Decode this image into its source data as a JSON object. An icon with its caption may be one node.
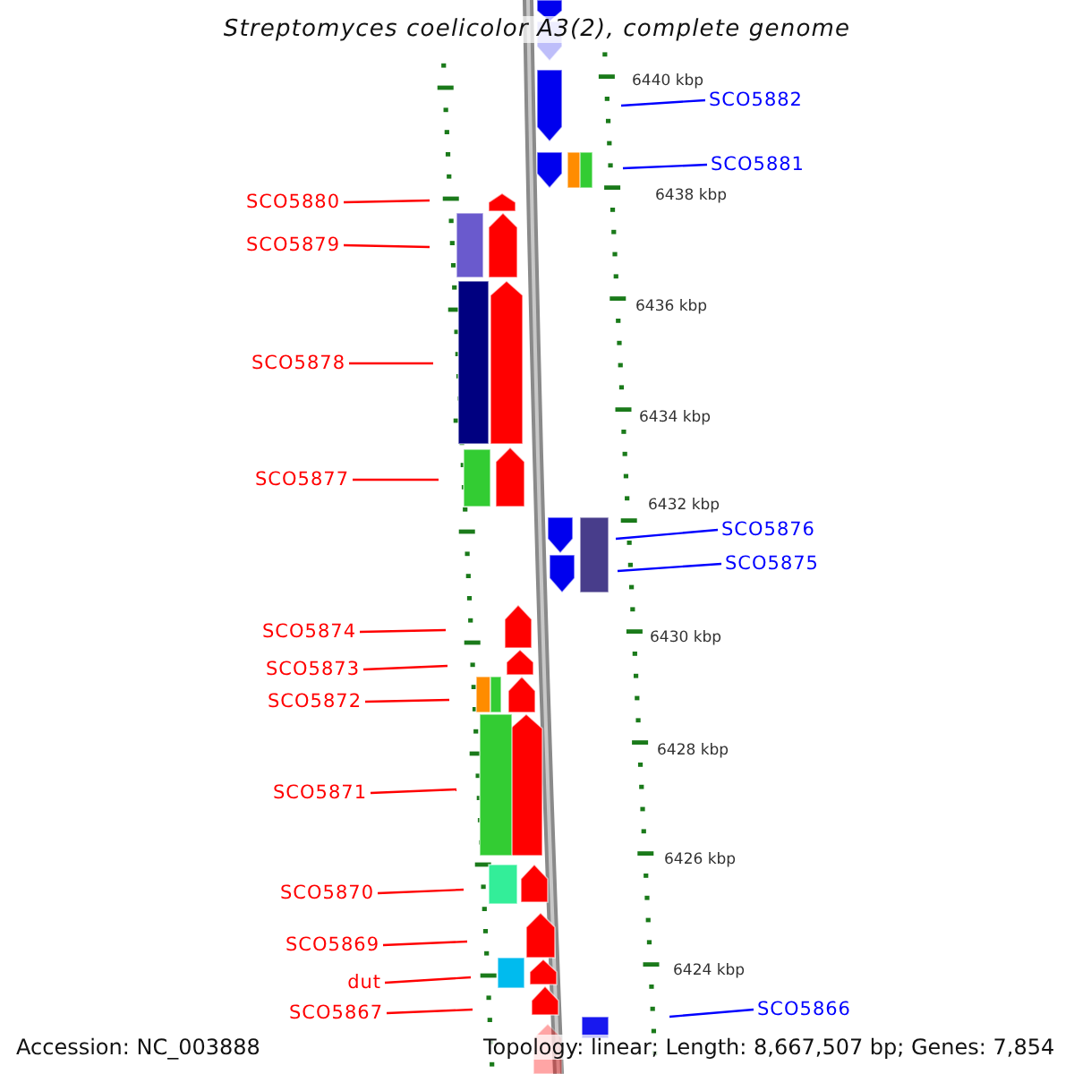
{
  "diagram": {
    "title": "Streptomyces coelicolor A3(2), complete genome",
    "nodes": [
      {
        "text": [
          "SCO5882"
        ]
      },
      {
        "text": [
          "SCO5881"
        ]
      },
      {
        "text": [
          "SCO5880"
        ]
      },
      {
        "text": [
          "SCO5879"
        ]
      },
      {
        "text": [
          "SCO5878"
        ]
      },
      {
        "text": [
          "SCO5877"
        ]
      },
      {
        "text": [
          "SCO5876"
        ]
      },
      {
        "text": [
          "SCO5875"
        ]
      },
      {
        "text": [
          "SCO5874"
        ]
      },
      {
        "text": [
          "SCO5873"
        ]
      },
      {
        "text": [
          "SCO5872"
        ]
      },
      {
        "text": [
          "SCO5871"
        ]
      },
      {
        "text": [
          "SCO5870"
        ]
      },
      {
        "text": [
          "SCO5869"
        ]
      },
      {
        "text": [
          "dut"
        ]
      },
      {
        "text": [
          "SCO5867"
        ]
      },
      {
        "text": [
          "SCO5866"
        ]
      }
    ],
    "edges": [
      {
        "from": 0,
        "to": null,
        "arrow": "none",
        "color": "#0000ff"
      },
      {
        "from": 1,
        "to": null,
        "arrow": "none",
        "color": "#0000ff"
      },
      {
        "from": 2,
        "to": null,
        "arrow": "none"
      },
      {
        "from": 3,
        "to": null,
        "arrow": "none"
      },
      {
        "from": 4,
        "to": null,
        "arrow": "none"
      },
      {
        "from": 5,
        "to": null,
        "arrow": "none"
      },
      {
        "from": 6,
        "to": null,
        "arrow": "none",
        "color": "#0000ff"
      },
      {
        "from": 7,
        "to": null,
        "arrow": "none",
        "color": "#0000ff"
      },
      {
        "from": 8,
        "to": null,
        "arrow": "none"
      },
      {
        "from": 9,
        "to": null,
        "arrow": "none"
      },
      {
        "from": 10,
        "to": null,
        "arrow": "none"
      },
      {
        "from": 11,
        "to": null,
        "arrow": "none"
      },
      {
        "from": 12,
        "to": null,
        "arrow": "none"
      },
      {
        "from": 13,
        "to": null,
        "arrow": "none"
      },
      {
        "from": 14,
        "to": null,
        "arrow": "none"
      },
      {
        "from": 15,
        "to": null,
        "arrow": "none"
      },
      {
        "from": 16,
        "to": null,
        "arrow": "none",
        "color": "#0000ff"
      }
    ],
    "labels": [
      "6440 kbp",
      "6438 kbp",
      "6436 kbp",
      "6434 kbp",
      "6432 kbp",
      "6430 kbp",
      "6428 kbp",
      "6426 kbp",
      "6424 kbp",
      "Accession: NC_003888",
      "Topology: linear; Length: 8,667,507 bp; Genes: 7,854"
    ]
  }
}
